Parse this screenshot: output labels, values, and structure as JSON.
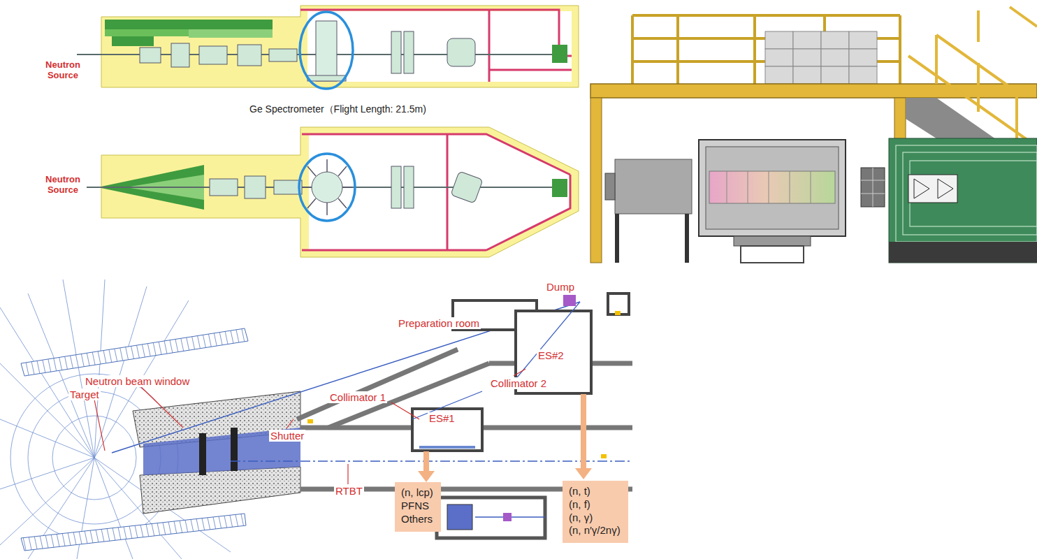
{
  "diagram": {
    "nodes": [
      {
        "text": [
          "(n, lcp)",
          "PFNS",
          "Others"
        ]
      },
      {
        "text": [
          "(n, t)",
          "(n, f)",
          "(n, γ)",
          "(n, n′γ/2nγ)"
        ]
      }
    ],
    "labels": [
      "Neutron Source",
      "Ge Spectrometer（Flight Length: 21.5m)",
      "Neutron Source",
      "Neutron beam window",
      "Target",
      "Shutter",
      "Collimator 1",
      "ES#1",
      "Preparation room",
      "Dump",
      "Collimator 2",
      "ES#2",
      "RTBT"
    ]
  }
}
